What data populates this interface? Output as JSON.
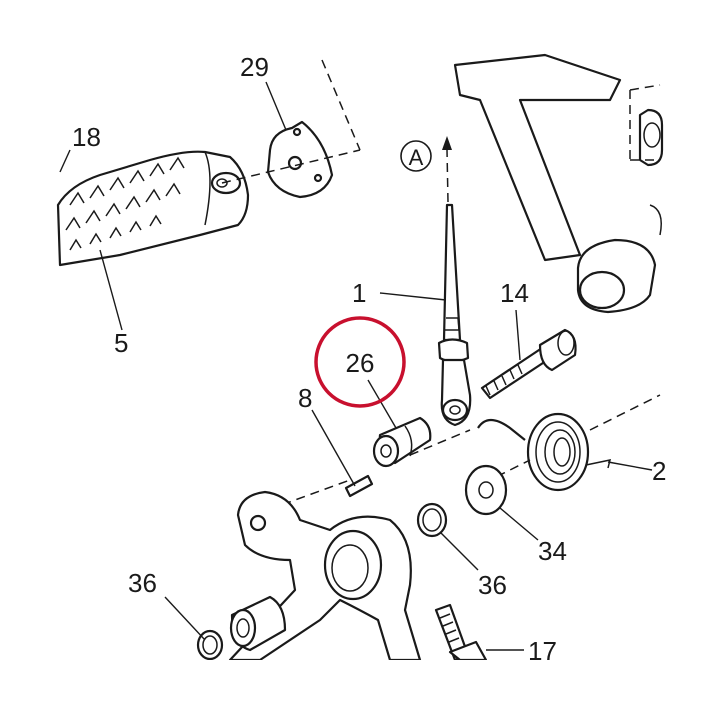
{
  "diagram": {
    "callouts": {
      "p29": "29",
      "p18": "18",
      "p5": "5",
      "p1": "1",
      "p14": "14",
      "p26": "26",
      "p8": "8",
      "p2": "2",
      "p34": "34",
      "p36a": "36",
      "p36b": "36",
      "p17": "17"
    },
    "arrow_label": "A",
    "highlight_color": "#c8102e",
    "line_color": "#1a1a1a"
  }
}
